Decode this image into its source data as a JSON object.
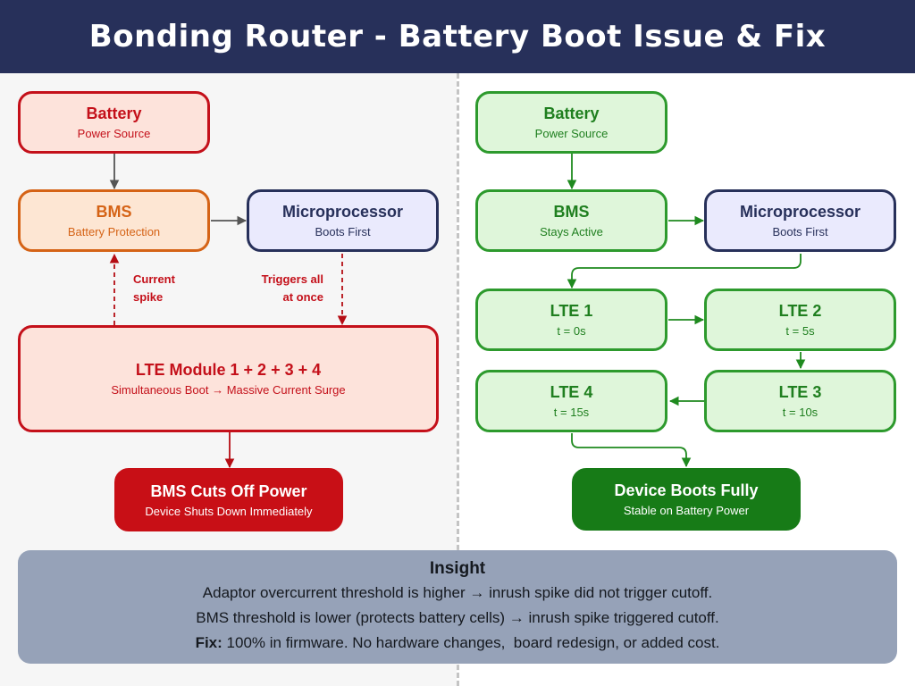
{
  "header": {
    "title": "Bonding Router - Battery Boot Issue & Fix"
  },
  "problem": {
    "battery": {
      "title": "Battery",
      "subtitle": "Power Source"
    },
    "bms": {
      "title": "BMS",
      "subtitle": "Battery Protection"
    },
    "micro": {
      "title": "Microprocessor",
      "subtitle": "Boots First"
    },
    "lte": {
      "title": "LTE Module 1 + 2 + 3 + 4",
      "subtitle": "Simultaneous Boot → Massive Current Surge"
    },
    "annot_current_line1": "Current",
    "annot_current_line2": "spike",
    "annot_triggers_line1": "Triggers all",
    "annot_triggers_line2": "at once",
    "result": {
      "title": "BMS Cuts Off Power",
      "subtitle": "Device Shuts Down Immediately"
    }
  },
  "fix": {
    "battery": {
      "title": "Battery",
      "subtitle": "Power Source"
    },
    "bms": {
      "title": "BMS",
      "subtitle": "Stays Active"
    },
    "micro": {
      "title": "Microprocessor",
      "subtitle": "Boots First"
    },
    "lte1": {
      "title": "LTE 1",
      "subtitle": "t = 0s"
    },
    "lte2": {
      "title": "LTE 2",
      "subtitle": "t = 5s"
    },
    "lte3": {
      "title": "LTE 3",
      "subtitle": "t = 10s"
    },
    "lte4": {
      "title": "LTE 4",
      "subtitle": "t = 15s"
    },
    "result": {
      "title": "Device Boots Fully",
      "subtitle": "Stable on Battery Power"
    }
  },
  "insight": {
    "title": "Insight",
    "line1": "Adaptor overcurrent threshold is higher → inrush spike did not trigger cutoff.",
    "line2": "BMS threshold is lower (protects battery cells) → inrush spike triggered cutoff.",
    "fix_label": "Fix:",
    "fix_text": " 100% in firmware. No hardware changes,  board redesign, or added cost."
  },
  "colors": {
    "header_bg": "#27305a",
    "problem_red": "#c4101a",
    "bms_orange": "#d56316",
    "micro_navy": "#27305a",
    "fix_green": "#2d9a2d",
    "result_green": "#177b17",
    "insight_bg": "#96a2b8"
  }
}
